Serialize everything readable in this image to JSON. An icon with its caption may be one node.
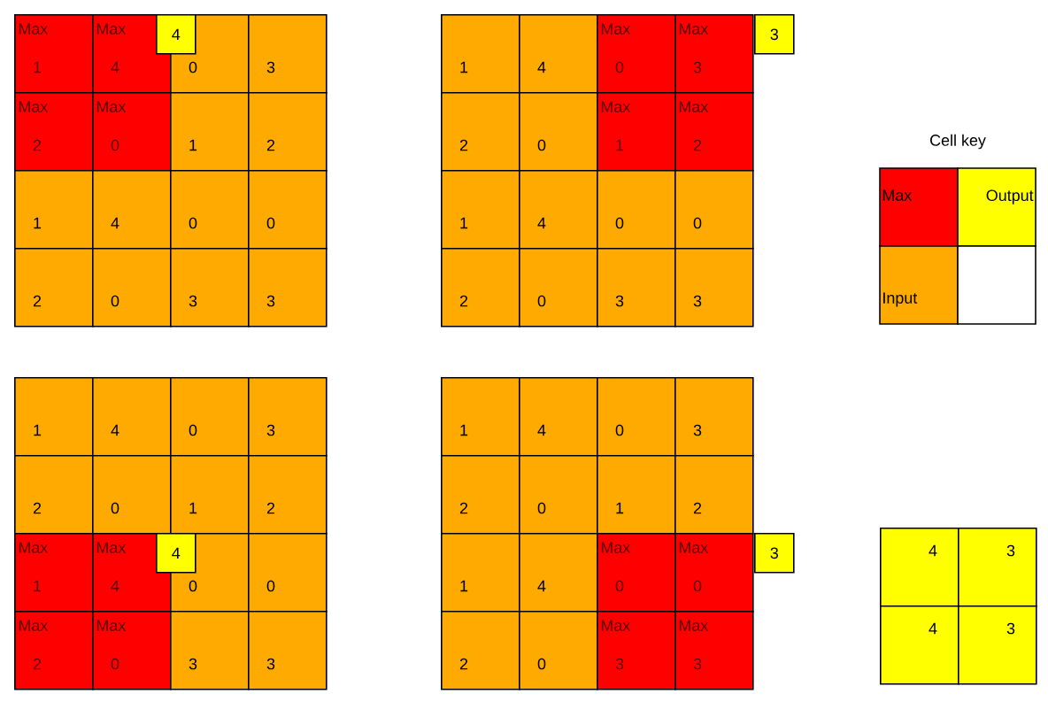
{
  "diagram": {
    "nodes": [
      {
        "text": [
          "Max",
          "1"
        ]
      },
      {
        "text": [
          "Max",
          "4"
        ]
      },
      {
        "text": [
          "0"
        ]
      },
      {
        "text": [
          "3"
        ]
      },
      {
        "text": [
          "Max",
          "2"
        ]
      },
      {
        "text": [
          "Max",
          "0"
        ]
      },
      {
        "text": [
          "1"
        ]
      },
      {
        "text": [
          "2"
        ]
      },
      {
        "text": [
          "1"
        ]
      },
      {
        "text": [
          "4"
        ]
      },
      {
        "text": [
          "0"
        ]
      },
      {
        "text": [
          "0"
        ]
      },
      {
        "text": [
          "2"
        ]
      },
      {
        "text": [
          "0"
        ]
      },
      {
        "text": [
          "3"
        ]
      },
      {
        "text": [
          "3"
        ]
      },
      {
        "text": [
          "4"
        ]
      },
      {
        "text": [
          "1"
        ]
      },
      {
        "text": [
          "4"
        ]
      },
      {
        "text": [
          "Max",
          "0"
        ]
      },
      {
        "text": [
          "Max",
          "3"
        ]
      },
      {
        "text": [
          "2"
        ]
      },
      {
        "text": [
          "0"
        ]
      },
      {
        "text": [
          "Max",
          "1"
        ]
      },
      {
        "text": [
          "Max",
          "2"
        ]
      },
      {
        "text": [
          "1"
        ]
      },
      {
        "text": [
          "4"
        ]
      },
      {
        "text": [
          "0"
        ]
      },
      {
        "text": [
          "0"
        ]
      },
      {
        "text": [
          "2"
        ]
      },
      {
        "text": [
          "0"
        ]
      },
      {
        "text": [
          "3"
        ]
      },
      {
        "text": [
          "3"
        ]
      },
      {
        "text": [
          "3"
        ]
      },
      {
        "text": [
          "1"
        ]
      },
      {
        "text": [
          "4"
        ]
      },
      {
        "text": [
          "0"
        ]
      },
      {
        "text": [
          "3"
        ]
      },
      {
        "text": [
          "2"
        ]
      },
      {
        "text": [
          "0"
        ]
      },
      {
        "text": [
          "1"
        ]
      },
      {
        "text": [
          "2"
        ]
      },
      {
        "text": [
          "Max",
          "1"
        ]
      },
      {
        "text": [
          "Max",
          "4"
        ]
      },
      {
        "text": [
          "0"
        ]
      },
      {
        "text": [
          "0"
        ]
      },
      {
        "text": [
          "Max",
          "2"
        ]
      },
      {
        "text": [
          "Max",
          "0"
        ]
      },
      {
        "text": [
          "3"
        ]
      },
      {
        "text": [
          "3"
        ]
      },
      {
        "text": [
          "4"
        ]
      },
      {
        "text": [
          "1"
        ]
      },
      {
        "text": [
          "4"
        ]
      },
      {
        "text": [
          "0"
        ]
      },
      {
        "text": [
          "3"
        ]
      },
      {
        "text": [
          "2"
        ]
      },
      {
        "text": [
          "0"
        ]
      },
      {
        "text": [
          "1"
        ]
      },
      {
        "text": [
          "2"
        ]
      },
      {
        "text": [
          "1"
        ]
      },
      {
        "text": [
          "4"
        ]
      },
      {
        "text": [
          "Max",
          "0"
        ]
      },
      {
        "text": [
          "Max",
          "0"
        ]
      },
      {
        "text": [
          "2"
        ]
      },
      {
        "text": [
          "0"
        ]
      },
      {
        "text": [
          "Max",
          "3"
        ]
      },
      {
        "text": [
          "Max",
          "3"
        ]
      },
      {
        "text": [
          "3"
        ]
      },
      {
        "text": [
          "4"
        ]
      },
      {
        "text": [
          "3"
        ]
      },
      {
        "text": [
          "4"
        ]
      },
      {
        "text": [
          "3"
        ]
      }
    ],
    "labels": [
      "Cell key"
    ],
    "legend": [
      {
        "text": "Max",
        "color": "#ff0000"
      },
      {
        "text": "Output",
        "color": "#ffff00"
      },
      {
        "text": "Input",
        "color": "#ffaa00"
      }
    ]
  }
}
